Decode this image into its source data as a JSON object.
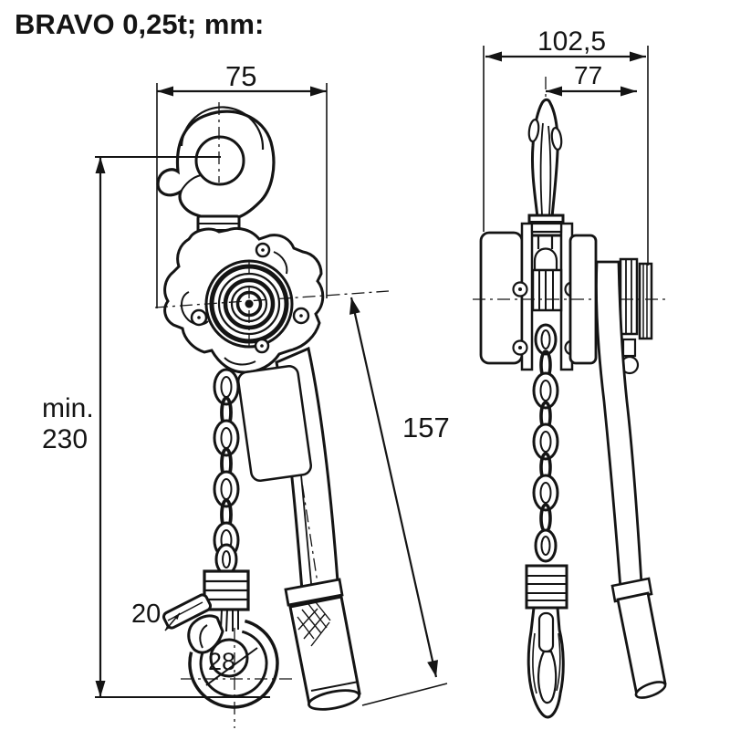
{
  "title": "BRAVO 0,25t; mm:",
  "drawing": {
    "type": "technical-dimension-drawing",
    "subject": "lever chain hoist",
    "unit": "mm",
    "ink_color": "#141414",
    "background": "#ffffff",
    "views": [
      {
        "id": "front",
        "label": "front view with lever, chain and hooks"
      },
      {
        "id": "side",
        "label": "side view with handwheel and lever"
      }
    ]
  },
  "dimensions": {
    "front_top_width": "75",
    "min_height_prefix": "min.",
    "min_height_value": "230",
    "lever_length": "157",
    "latch_size": "20",
    "hook_opening": "28",
    "side_overall_width": "102,5",
    "side_center_to_handwheel": "77"
  }
}
